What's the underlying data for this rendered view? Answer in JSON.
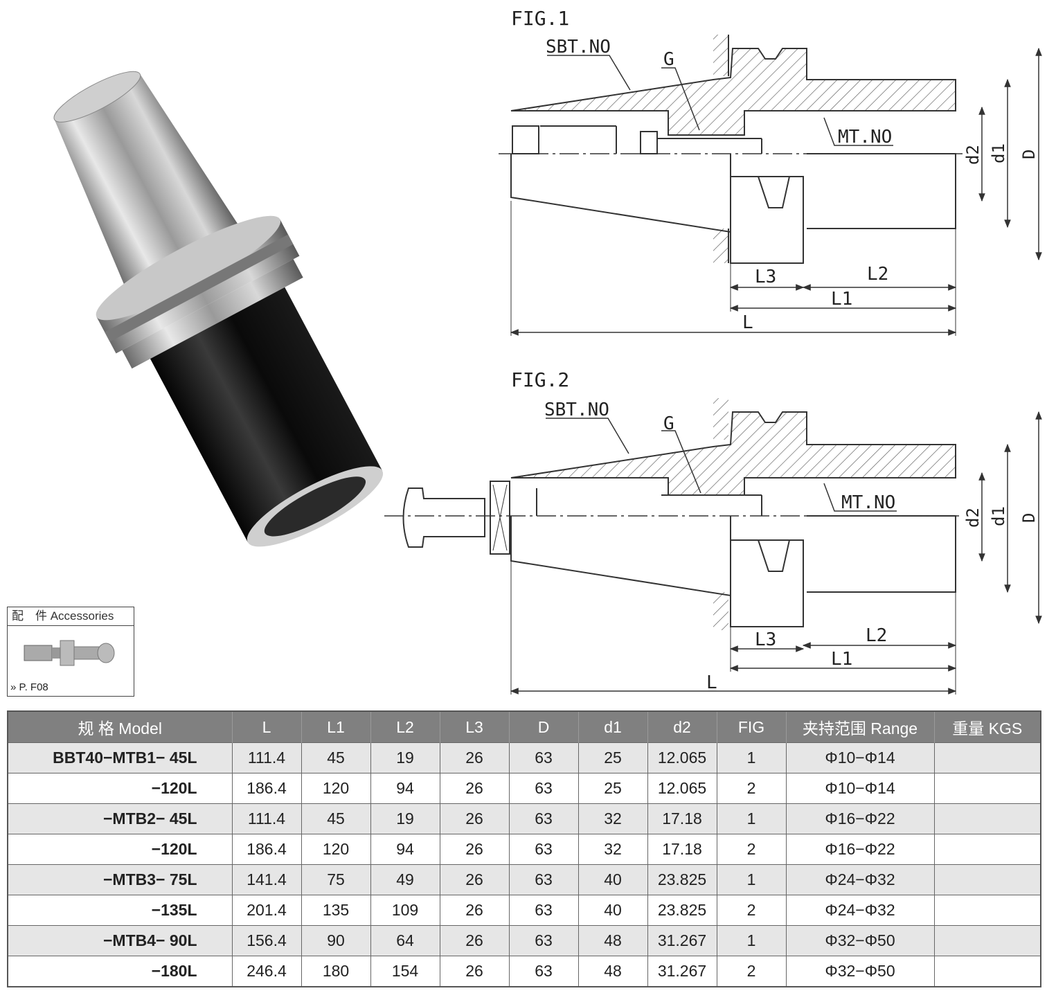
{
  "fig1": {
    "title": "FIG.1",
    "labels": {
      "sbt": "SBT.NO",
      "g": "G",
      "mt": "MT.NO",
      "d2": "d2",
      "d1": "d1",
      "D": "D",
      "L3": "L3",
      "L2": "L2",
      "L1": "L1",
      "L": "L"
    }
  },
  "fig2": {
    "title": "FIG.2",
    "labels": {
      "sbt": "SBT.NO",
      "g": "G",
      "mt": "MT.NO",
      "d2": "d2",
      "d1": "d1",
      "D": "D",
      "L3": "L3",
      "L2": "L2",
      "L1": "L1",
      "L": "L"
    }
  },
  "accessories": {
    "title": "配　件  Accessories",
    "ref": "» P. F08"
  },
  "colors": {
    "header_bg": "#808080",
    "row_shade": "#e6e6e6",
    "hatch": "#666666"
  },
  "table": {
    "headers": [
      "规 格 Model",
      "L",
      "L1",
      "L2",
      "L3",
      "D",
      "d1",
      "d2",
      "FIG",
      "夹持范围 Range",
      "重量 KGS"
    ],
    "rows": [
      [
        "BBT40−MTB1−  45L",
        "111.4",
        "45",
        "19",
        "26",
        "63",
        "25",
        "12.065",
        "1",
        "Φ10−Φ14",
        ""
      ],
      [
        "−120L",
        "186.4",
        "120",
        "94",
        "26",
        "63",
        "25",
        "12.065",
        "2",
        "Φ10−Φ14",
        ""
      ],
      [
        "−MTB2−  45L",
        "111.4",
        "45",
        "19",
        "26",
        "63",
        "32",
        "17.18",
        "1",
        "Φ16−Φ22",
        ""
      ],
      [
        "−120L",
        "186.4",
        "120",
        "94",
        "26",
        "63",
        "32",
        "17.18",
        "2",
        "Φ16−Φ22",
        ""
      ],
      [
        "−MTB3−  75L",
        "141.4",
        "75",
        "49",
        "26",
        "63",
        "40",
        "23.825",
        "1",
        "Φ24−Φ32",
        ""
      ],
      [
        "−135L",
        "201.4",
        "135",
        "109",
        "26",
        "63",
        "40",
        "23.825",
        "2",
        "Φ24−Φ32",
        ""
      ],
      [
        "−MTB4−  90L",
        "156.4",
        "90",
        "64",
        "26",
        "63",
        "48",
        "31.267",
        "1",
        "Φ32−Φ50",
        ""
      ],
      [
        "−180L",
        "246.4",
        "180",
        "154",
        "26",
        "63",
        "48",
        "31.267",
        "2",
        "Φ32−Φ50",
        ""
      ]
    ]
  }
}
